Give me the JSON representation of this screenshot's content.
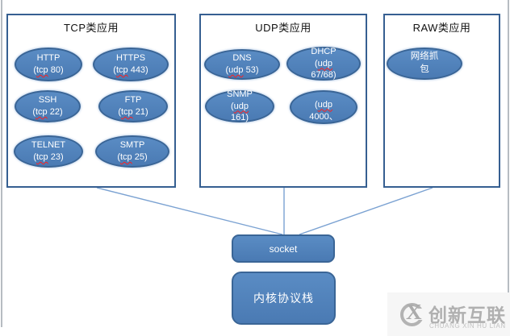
{
  "colors": {
    "box_border": "#365f91",
    "ellipse_fill": "#4f81bd",
    "ellipse_border": "#3a6596",
    "connector": "#7ba2d2",
    "text_on_blue": "#ffffff",
    "spellcheck_underline": "#ff1f1f",
    "watermark_gray": "#b3b3b3"
  },
  "groups": {
    "tcp": {
      "title": "TCP类应用",
      "apps": [
        {
          "name": "HTTP",
          "pre": "(",
          "proto": "tcp",
          "post": " 80)"
        },
        {
          "name": "HTTPS",
          "pre": "(",
          "proto": "tcp",
          "post": " 443)"
        },
        {
          "name": "SSH",
          "pre": "(",
          "proto": "tcp",
          "post": " 22)"
        },
        {
          "name": "FTP",
          "pre": "(",
          "proto": "tcp",
          "post": " 21)"
        },
        {
          "name": "TELNET",
          "pre": "(",
          "proto": "tcp",
          "post": " 23)"
        },
        {
          "name": "SMTP",
          "pre": "(",
          "proto": "tcp",
          "post": " 25)"
        }
      ]
    },
    "udp": {
      "title": "UDP类应用",
      "apps": [
        {
          "name": "DNS",
          "pre": "(",
          "proto": "udp",
          "post": " 53)"
        },
        {
          "name": "DHCP",
          "pre": "(",
          "proto": "udp",
          "post": "",
          "line3": "67/68)"
        },
        {
          "name": "SNMP",
          "pre": "(",
          "proto": "udp",
          "post": "",
          "line3": "161)"
        },
        {
          "pre": "(",
          "proto": "udp",
          "post": "",
          "line3": "4000、"
        }
      ]
    },
    "raw": {
      "title": "RAW类应用",
      "apps": [
        {
          "name": "网络抓包"
        }
      ]
    }
  },
  "flow": {
    "socket_label": "socket",
    "kernel_label": "内核协议栈"
  },
  "watermark": {
    "logo_letter": "X",
    "brand": "创新互联",
    "brand_sub": "CHUANG XIN HU LIAN"
  }
}
